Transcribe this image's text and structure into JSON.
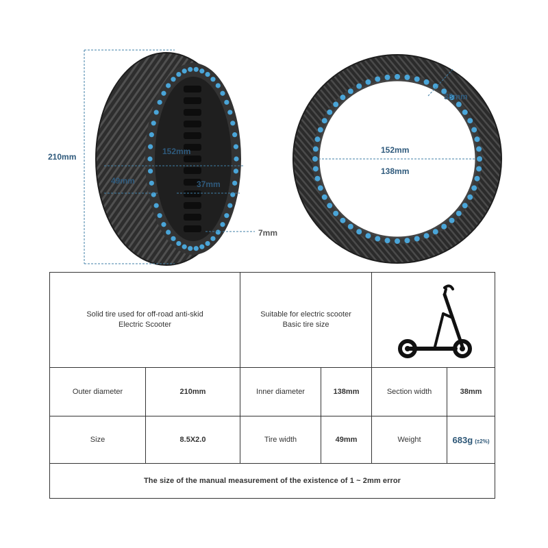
{
  "figure": {
    "left_tire_dims": {
      "outer_diameter": "210mm",
      "inner_diameter": "152mm",
      "tire_width": "49mm",
      "inner_width": "37mm",
      "sidewall_gap": "7mm"
    },
    "right_tire_dims": {
      "inner_diameter_outer": "152mm",
      "inner_diameter_inner": "138mm",
      "section_width": "38mm"
    }
  },
  "table": {
    "intro_left_line1": "Solid tire used for off-road anti-skid",
    "intro_left_line2": "Electric Scooter",
    "intro_mid_line1": "Suitable for electric scooter",
    "intro_mid_line2": "Basic tire size",
    "row1": {
      "outer_label": "Outer diameter",
      "outer_value": "210mm",
      "inner_label": "Inner diameter",
      "inner_value": "138mm",
      "section_label": "Section width",
      "section_value": "38mm"
    },
    "row2": {
      "size_label": "Size",
      "size_value": "8.5X2.0",
      "width_label": "Tire width",
      "width_value": "49mm",
      "weight_label": "Weight",
      "weight_value": "683g",
      "weight_note": "(±2%)"
    },
    "footer": "The size of the manual measurement of the existence of 1 ~ 2mm error"
  },
  "colors": {
    "tire": "#2b2b2b",
    "holes": "#4aa5d8",
    "dims": "#2f5a7c",
    "border": "#333333"
  }
}
